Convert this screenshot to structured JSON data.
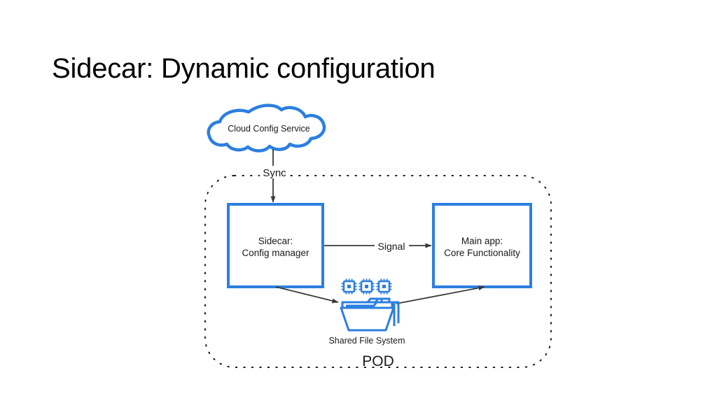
{
  "slide": {
    "title": "Sidecar: Dynamic configuration",
    "background_color": "#ffffff",
    "title_color": "#000000"
  },
  "theme": {
    "accent_blue": "#2b7fe0",
    "arrow_color": "#3a3a3a",
    "text_color": "#1a1a1a",
    "dotted_color": "#1a1a1a"
  },
  "diagram": {
    "type": "architecture-diagram",
    "cloud": {
      "label": "Cloud Config Service",
      "shape": "cloud",
      "stroke": "#2b7fe0"
    },
    "boundary": {
      "label": "POD",
      "style": "dotted-rounded-rectangle"
    },
    "nodes": [
      {
        "id": "sidecar",
        "line1": "Sidecar:",
        "line2": "Config manager",
        "shape": "rectangle",
        "stroke": "#2b7fe0"
      },
      {
        "id": "main-app",
        "line1": "Main app:",
        "line2": "Core Functionality",
        "shape": "rectangle",
        "stroke": "#2b7fe0"
      }
    ],
    "storage": {
      "label": "Shared File System",
      "icon": "folder-with-chips-icon",
      "chip_count": 3,
      "color": "#2b7fe0"
    },
    "edges": [
      {
        "id": "sync",
        "label": "Sync",
        "from": "cloud",
        "to": "sidecar"
      },
      {
        "id": "signal",
        "label": "Signal",
        "from": "sidecar",
        "to": "main-app"
      },
      {
        "id": "write",
        "label": "",
        "from": "sidecar",
        "to": "shared-file-system"
      },
      {
        "id": "read",
        "label": "",
        "from": "shared-file-system",
        "to": "main-app"
      }
    ]
  }
}
